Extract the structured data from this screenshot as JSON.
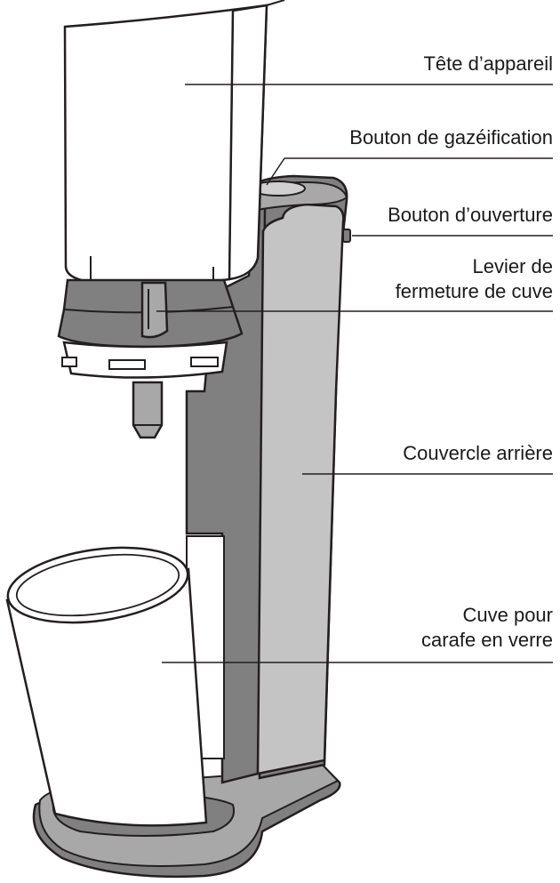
{
  "colors": {
    "outline": "#231f20",
    "dark_gray": "#808080",
    "medium_gray": "#a8a8a8",
    "light_gray": "#d0d0d0",
    "white": "#ffffff",
    "leader_line": "#231f20"
  },
  "callouts": [
    {
      "id": "machine-head",
      "lines": [
        "Tête d’appareil"
      ]
    },
    {
      "id": "carbonation-button",
      "lines": [
        "Bouton de gazéification"
      ]
    },
    {
      "id": "release-button",
      "lines": [
        "Bouton d’ouverture"
      ]
    },
    {
      "id": "lock-lever",
      "lines": [
        "Levier de",
        "fermeture de cuve"
      ]
    },
    {
      "id": "back-cover",
      "lines": [
        "Couvercle arrière"
      ]
    },
    {
      "id": "carafe-holder",
      "lines": [
        "Cuve pour",
        "carafe en verre"
      ]
    }
  ]
}
